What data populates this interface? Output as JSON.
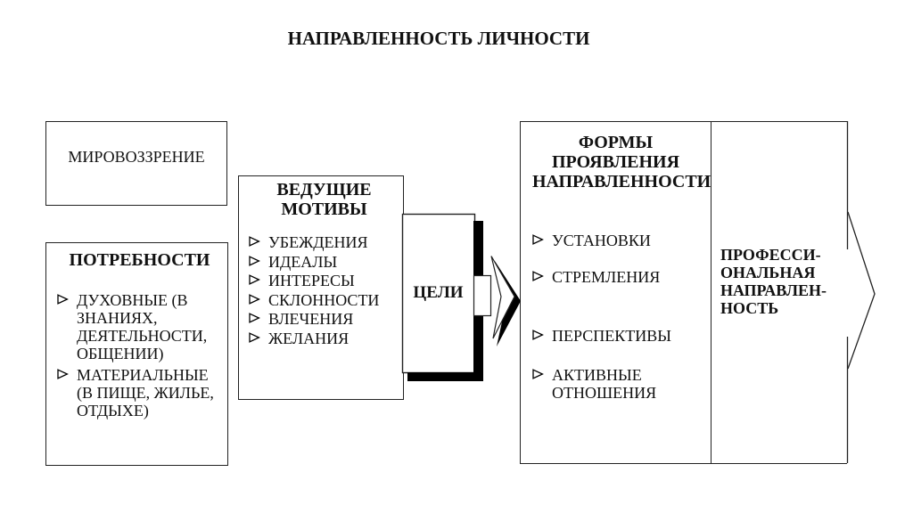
{
  "title": "НАПРАВЛЕННОСТЬ ЛИЧНОСТИ",
  "worldview": {
    "label": "МИРОВОЗЗРЕНИЕ"
  },
  "needs": {
    "title": "ПОТРЕБНОСТИ",
    "items": [
      "ДУХОВНЫЕ (В ЗНАНИЯХ, ДЕЯТЕЛЬНОСТИ, ОБЩЕНИИ)",
      "МАТЕРИАЛЬНЫЕ (В ПИЩЕ, ЖИЛЬЕ, ОТДЫХЕ)"
    ]
  },
  "motives": {
    "title_lines": [
      "ВЕДУЩИЕ",
      "МОТИВЫ"
    ],
    "items": [
      "УБЕЖДЕНИЯ",
      "ИДЕАЛЫ",
      "ИНТЕРЕСЫ",
      "СКЛОННОСТИ",
      "ВЛЕЧЕНИЯ",
      "ЖЕЛАНИЯ"
    ]
  },
  "goals": {
    "label": "ЦЕЛИ"
  },
  "forms": {
    "title_lines": [
      "ФОРМЫ",
      "ПРОЯВЛЕНИЯ",
      "НАПРАВЛЕННОСТИ"
    ],
    "items": [
      "УСТАНОВКИ",
      "СТРЕМЛЕНИЯ",
      "ПЕРСПЕКТИВЫ",
      "АКТИВНЫЕ ОТНОШЕНИЯ"
    ]
  },
  "professional": {
    "label_lines": [
      "ПРОФЕССИ-",
      "ОНАЛЬНАЯ",
      "НАПРАВЛЕН-",
      "НОСТЬ"
    ]
  },
  "icons": {
    "bullet": "arrowhead-right-bullet",
    "goals_arrow": "block-arrow-right-3d-shadow",
    "professional_arrow": "chevron-right-outline"
  },
  "colors": {
    "background": "#ffffff",
    "line": "#222222",
    "shadow": "#000000",
    "text": "#111111"
  }
}
